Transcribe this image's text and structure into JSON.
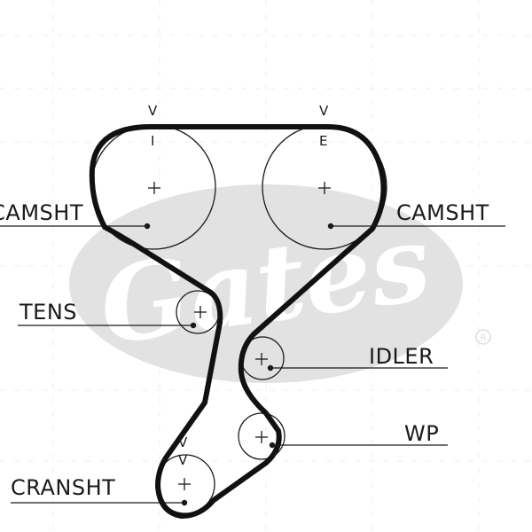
{
  "watermark": {
    "brand": "Gates",
    "registered": "®",
    "color": "#e2e2e2"
  },
  "colors": {
    "line": "#1a1a1a",
    "belt": "#111111"
  },
  "labels": {
    "camshaft_left": "CAMSHT",
    "camshaft_right": "CAMSHT",
    "tensioner": "TENS",
    "idler": "IDLER",
    "water_pump": "WP",
    "crankshaft": "CRANSHT"
  },
  "marks": {
    "intake_arrow": "V",
    "intake_letter": "I",
    "exhaust_arrow": "V",
    "exhaust_letter": "E",
    "crank_arrow": "V"
  }
}
